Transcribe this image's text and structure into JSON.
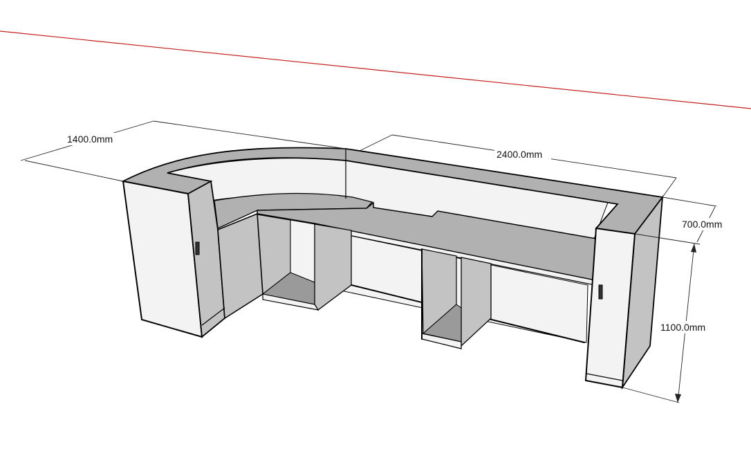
{
  "dimensions": {
    "length_label": "2400.0mm",
    "return_label": "1400.0mm",
    "depth_label": "700.0mm",
    "height_label": "1100.0mm"
  },
  "colors": {
    "top_surface": "#b1b1b1",
    "side_face": "#c3c3c3",
    "front_face": "#f3f3f3",
    "shadow_face": "#9a9a9a",
    "axis_red": "#c41e1e",
    "background": "#ffffff"
  }
}
